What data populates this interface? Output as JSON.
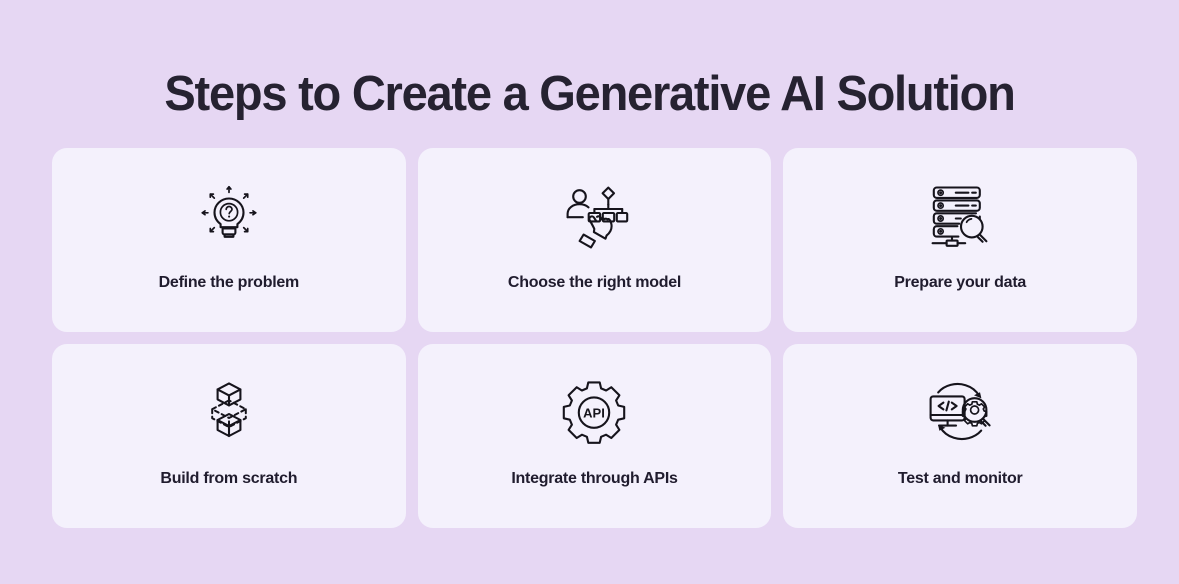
{
  "page": {
    "title": "Steps to Create a Generative AI Solution",
    "background_color": "#e6d7f3",
    "card_color": "#f4f1fc",
    "text_color": "#201c2e",
    "icon_color": "#16141c"
  },
  "cards": [
    {
      "label": "Define the problem",
      "icon_name": "lightbulb-question-idea-icon",
      "icon_glyph_text": "?"
    },
    {
      "label": "Choose the right model",
      "icon_name": "person-hand-selecting-model-tree-icon"
    },
    {
      "label": "Prepare your data",
      "icon_name": "server-rack-magnifier-icon"
    },
    {
      "label": "Build from scratch",
      "icon_name": "isometric-building-blocks-icon"
    },
    {
      "label": "Integrate through APIs",
      "icon_name": "gear-api-icon",
      "icon_glyph_text": "API"
    },
    {
      "label": "Test and monitor",
      "icon_name": "monitor-code-magnifier-gear-cycle-icon",
      "icon_glyph_text": "</>"
    }
  ]
}
